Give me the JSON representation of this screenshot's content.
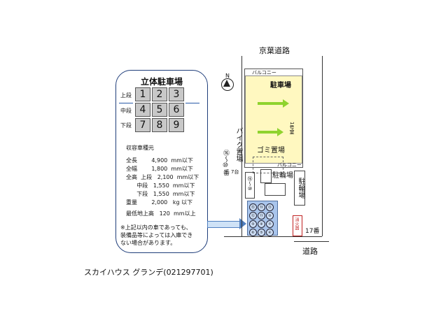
{
  "card": {
    "title": "立体駐車場",
    "grid_numbers": [
      "1",
      "2",
      "3",
      "4",
      "5",
      "6",
      "7",
      "8",
      "9"
    ],
    "levels": [
      "上段",
      "中段",
      "下段"
    ],
    "spec_heading": "収容車種元",
    "specs": [
      "全長        4,900  mm以下",
      "全幅        1,800  mm以下",
      "全高  上段   2,100  mm以下",
      "      中段   1,550  mm以下",
      "      下段   1,550  mm以下",
      "重量        2,000   kg 以下",
      "",
      "最低地上高   120  mm以上"
    ],
    "note": "※上記以内の車であっても、\n装備品等によっては入庫でき\nない場合があります。"
  },
  "caption": "スカイハウス グランデ(021297701)",
  "map": {
    "road_top": "京葉道路",
    "road_bottom": "道路",
    "balcony_top": "バルコニー",
    "balcony_bottom": "バルコニー",
    "parking": "駐車場",
    "garbage": "ゴミ置場",
    "bike_parking_vertical": "バイク置場",
    "bicycle_parking_top": "駐輪場",
    "bicycle_parking_side": "駐輪場",
    "unit_label": "1号室",
    "range_label": "⑯〜⑩番",
    "seven_label": "7台",
    "range_small": "⑯〜⑩",
    "fire_label": "消火器",
    "lot_17": "17番",
    "north": "N"
  },
  "bike_circles": [
    "⑮",
    "⑭",
    "⑬",
    "⑫",
    "⑪",
    "⑩",
    "⑨",
    "⑧",
    "⑦",
    "⑥",
    "⑤",
    "④"
  ]
}
